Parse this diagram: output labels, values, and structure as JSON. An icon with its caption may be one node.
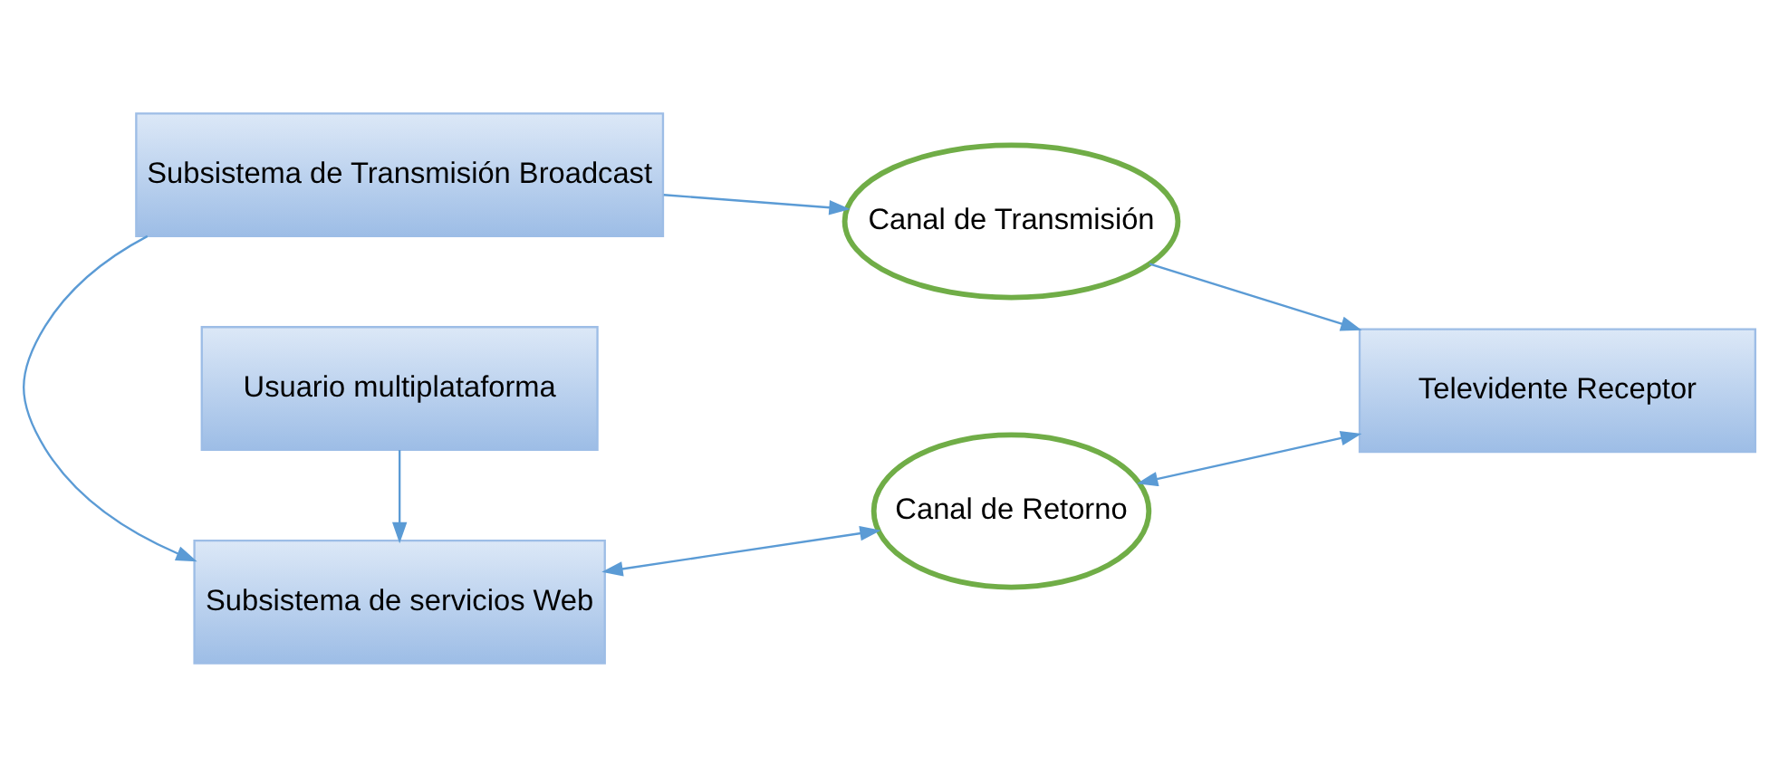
{
  "diagram": {
    "nodes": [
      {
        "text": [
          "Subsistema de Transmisión Broadcast"
        ]
      },
      {
        "text": [
          "Canal de Transmisión"
        ]
      },
      {
        "text": [
          "Televidente Receptor"
        ]
      },
      {
        "text": [
          "Subsistema de servicios Web"
        ]
      },
      {
        "text": [
          "Canal de Retorno"
        ]
      },
      {
        "text": [
          "Usuario multiplataforma"
        ]
      }
    ],
    "edges": [
      {
        "from": 0,
        "to": 1,
        "arrow": "to"
      },
      {
        "from": 1,
        "to": 2,
        "arrow": "to"
      },
      {
        "from": 0,
        "to": 3,
        "arrow": "to"
      },
      {
        "from": 3,
        "to": 4,
        "arrow": "both"
      },
      {
        "from": 4,
        "to": 2,
        "arrow": "both"
      },
      {
        "from": 5,
        "to": 3,
        "arrow": "to"
      }
    ]
  }
}
